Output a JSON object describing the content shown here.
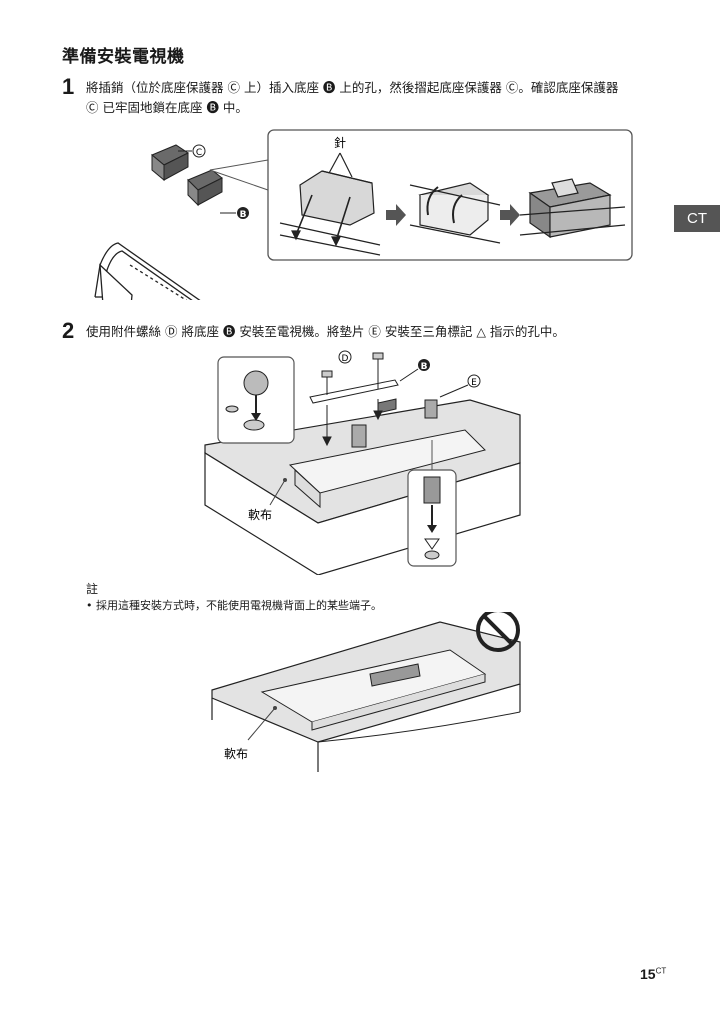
{
  "section_title": "準備安裝電視機",
  "side_tab": "CT",
  "steps": [
    {
      "num": "1",
      "line1": "將插銷（位於底座保護器 Ⓒ 上）插入底座 🅑 上的孔，然後摺起底座保護器 Ⓒ。確認底座保護器",
      "line2": "Ⓒ 已牢固地鎖在底座 🅑 中。"
    },
    {
      "num": "2",
      "line1": "使用附件螺絲 Ⓓ 將底座 🅑 安裝至電視機。將墊片 Ⓔ 安裝至三角標記 △ 指示的孔中。"
    }
  ],
  "figure1": {
    "callout_c": "C",
    "callout_b": "B",
    "pin_label": "針"
  },
  "figure2": {
    "callout_d": "D",
    "callout_b": "B",
    "callout_e": "E",
    "cloth_label": "軟布"
  },
  "note": {
    "title": "註",
    "bullet": "•",
    "item": "採用這種安裝方式時，不能使用電視機背面上的某些端子。"
  },
  "figure3": {
    "cloth_label": "軟布"
  },
  "page": {
    "number": "15",
    "suffix": "CT"
  }
}
